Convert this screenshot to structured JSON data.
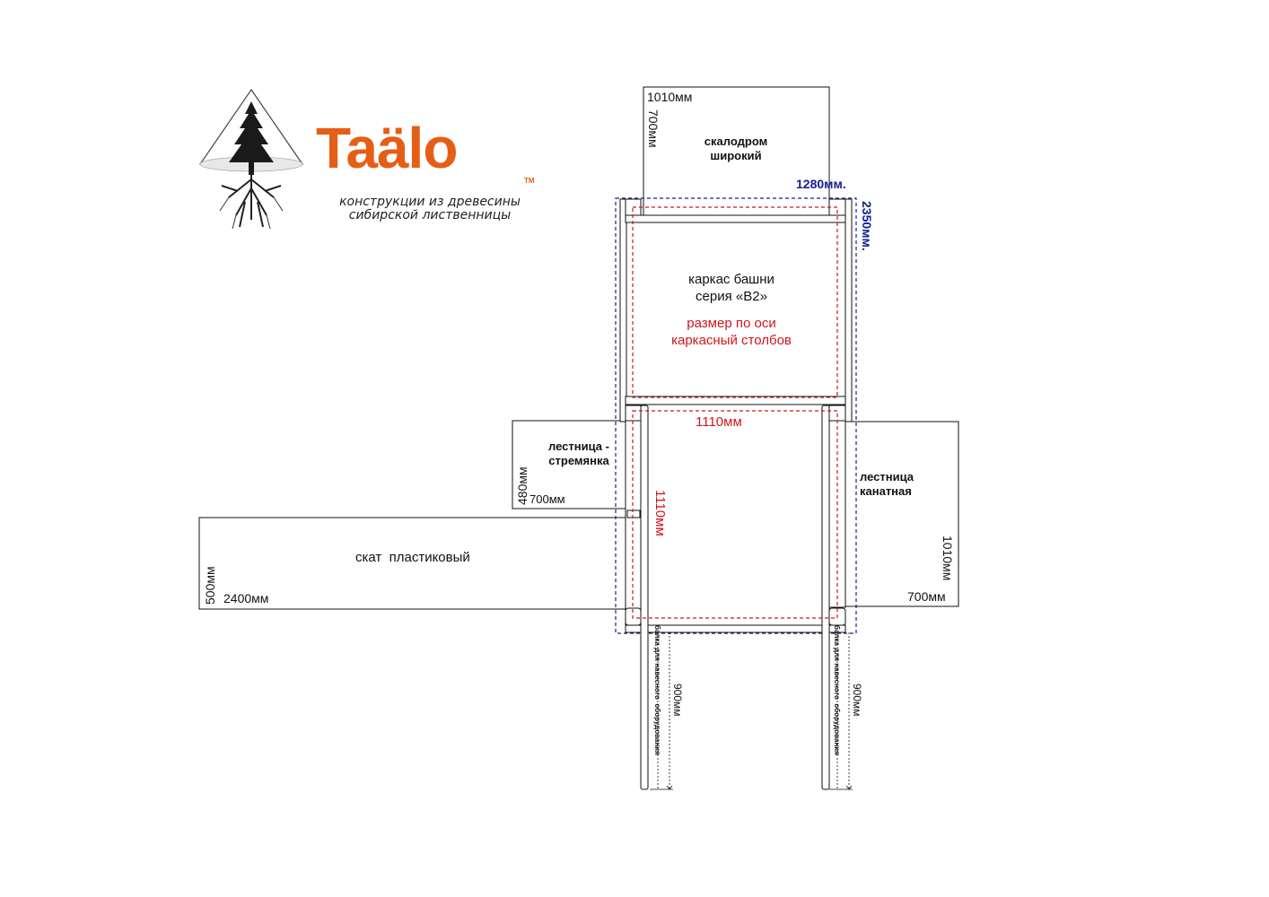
{
  "logo": {
    "brand": "Taälo",
    "trademark": "TM",
    "tagline_line1": "конструкции из древесины",
    "tagline_line2": "сибирской лиственницы",
    "brand_color": "#e55e16"
  },
  "climbing_wall": {
    "label": "скалодром\nширокий",
    "width": "1010мм",
    "depth": "700мм"
  },
  "tower": {
    "title": "каркас башни\nсерия «B2»",
    "axis_note": "размер по оси\nкаркасный столбов",
    "outer_width": "1280мм.",
    "outer_length": "2350мм.",
    "axis_width": "1110мм",
    "axis_length": "1110мм",
    "outline_blue": "#15218f",
    "axis_red": "#d0161c"
  },
  "step_ladder": {
    "label": "лестница -\nстремянка",
    "depth": "480мм",
    "width": "700мм"
  },
  "rope_ladder": {
    "label": "лестница\nканатная",
    "depth": "1010мм",
    "width": "700мм"
  },
  "slide": {
    "label": "скат  пластиковый",
    "width": "500мм",
    "length": "2400мм"
  },
  "beams": {
    "label": "балка для навесного  оборудования",
    "length": "900мм"
  }
}
